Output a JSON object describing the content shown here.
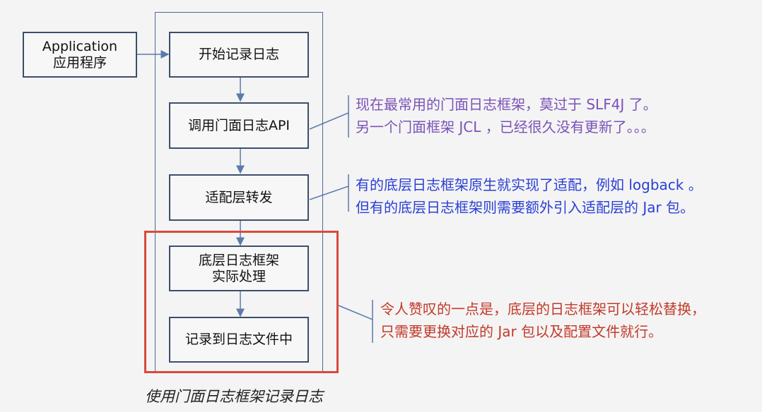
{
  "app_box": {
    "line1": "Application",
    "line2": "应用程序"
  },
  "steps": [
    {
      "line1": "开始记录日志",
      "line2": ""
    },
    {
      "line1": "调用门面日志API",
      "line2": ""
    },
    {
      "line1": "适配层转发",
      "line2": ""
    },
    {
      "line1": "底层日志框架",
      "line2": "实际处理"
    },
    {
      "line1": "记录到日志文件中",
      "line2": ""
    }
  ],
  "caption": "使用门面日志框架记录日志",
  "notes": {
    "facade": {
      "color": "#7a52b8",
      "line1": "现在最常用的门面日志框架，莫过于 SLF4J 了。",
      "line2": "另一个门面框架 JCL ，已经很久没有更新了。。。"
    },
    "adapter": {
      "color": "#2a3fd6",
      "line1": "有的底层日志框架原生就实现了适配，例如 logback 。",
      "line2": "但有的底层日志框架则需要额外引入适配层的 Jar 包。"
    },
    "impl": {
      "color": "#c23a2a",
      "line1": "令人赞叹的一点是，底层的日志框架可以轻松替换，",
      "line2": "只需要更换对应的 Jar 包以及配置文件就行。"
    }
  },
  "colors": {
    "frame": "#4a6a96",
    "highlight": "#d94a3a",
    "box_border": "#3b4f6b"
  }
}
